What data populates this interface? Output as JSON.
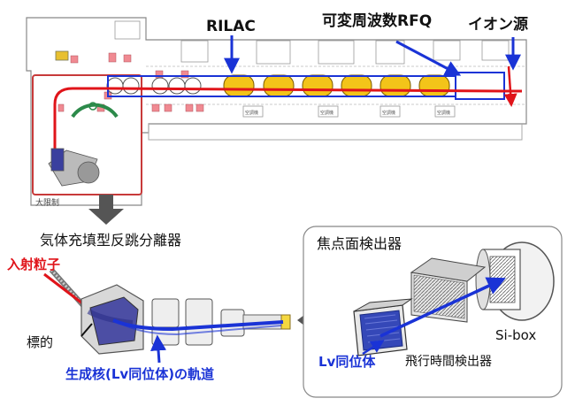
{
  "colors": {
    "beam_red": "#e0141a",
    "beam_blue": "#1a33d6",
    "cavity_yellow": "#f3c419",
    "magnet_pink": "#f08a92",
    "outline_gray": "#777777",
    "room_border_red": "#c83a3a"
  },
  "labels": {
    "rilac": "RILAC",
    "rfq": "可変周波数RFQ",
    "ion_source": "イオン源",
    "separator": "気体充填型反跳分離器",
    "focal_plane": "焦点面検出器",
    "incident": "入射粒子",
    "target": "標的",
    "products": "生成核(Lv同位体)の軌道",
    "lv_isotope": "Lv同位体",
    "tof": "飛行時間検出器",
    "sibox": "Si-box"
  },
  "floorplan_text": {
    "sep_room_sign": "大限制",
    "cavity": "",
    "room_a": "空調機",
    "room_b": "空調機",
    "room_c": "空調機",
    "room_d": "空調機"
  },
  "icons": [
    "down-arrow-icon",
    "left-arrow-icon",
    "target-wheel-icon",
    "si-box-detector-icon",
    "tof-detector-icon",
    "pssd-detector-icon"
  ]
}
